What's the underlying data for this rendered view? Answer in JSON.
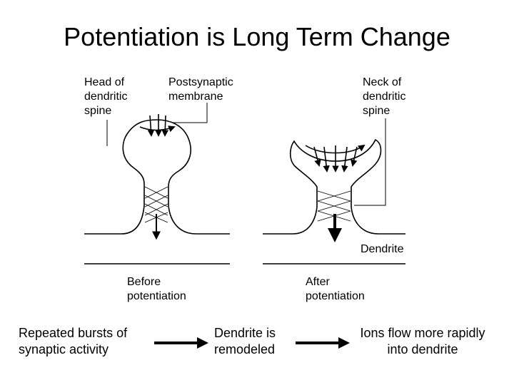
{
  "title": "Potentiation is Long Term Change",
  "diagram": {
    "labels": {
      "head_of_spine": "Head of\ndendritic\nspine",
      "postsynaptic_membrane": "Postsynaptic\nmembrane",
      "neck_of_spine": "Neck of\ndendritic\nspine",
      "dendrite": "Dendrite",
      "before": "Before\npotentiation",
      "after": "After\npotentiation"
    }
  },
  "flow": {
    "step1": "Repeated bursts of\nsynaptic activity",
    "step2": "Dendrite is\nremodeled",
    "step3": "Ions flow more rapidly\ninto dendrite"
  }
}
